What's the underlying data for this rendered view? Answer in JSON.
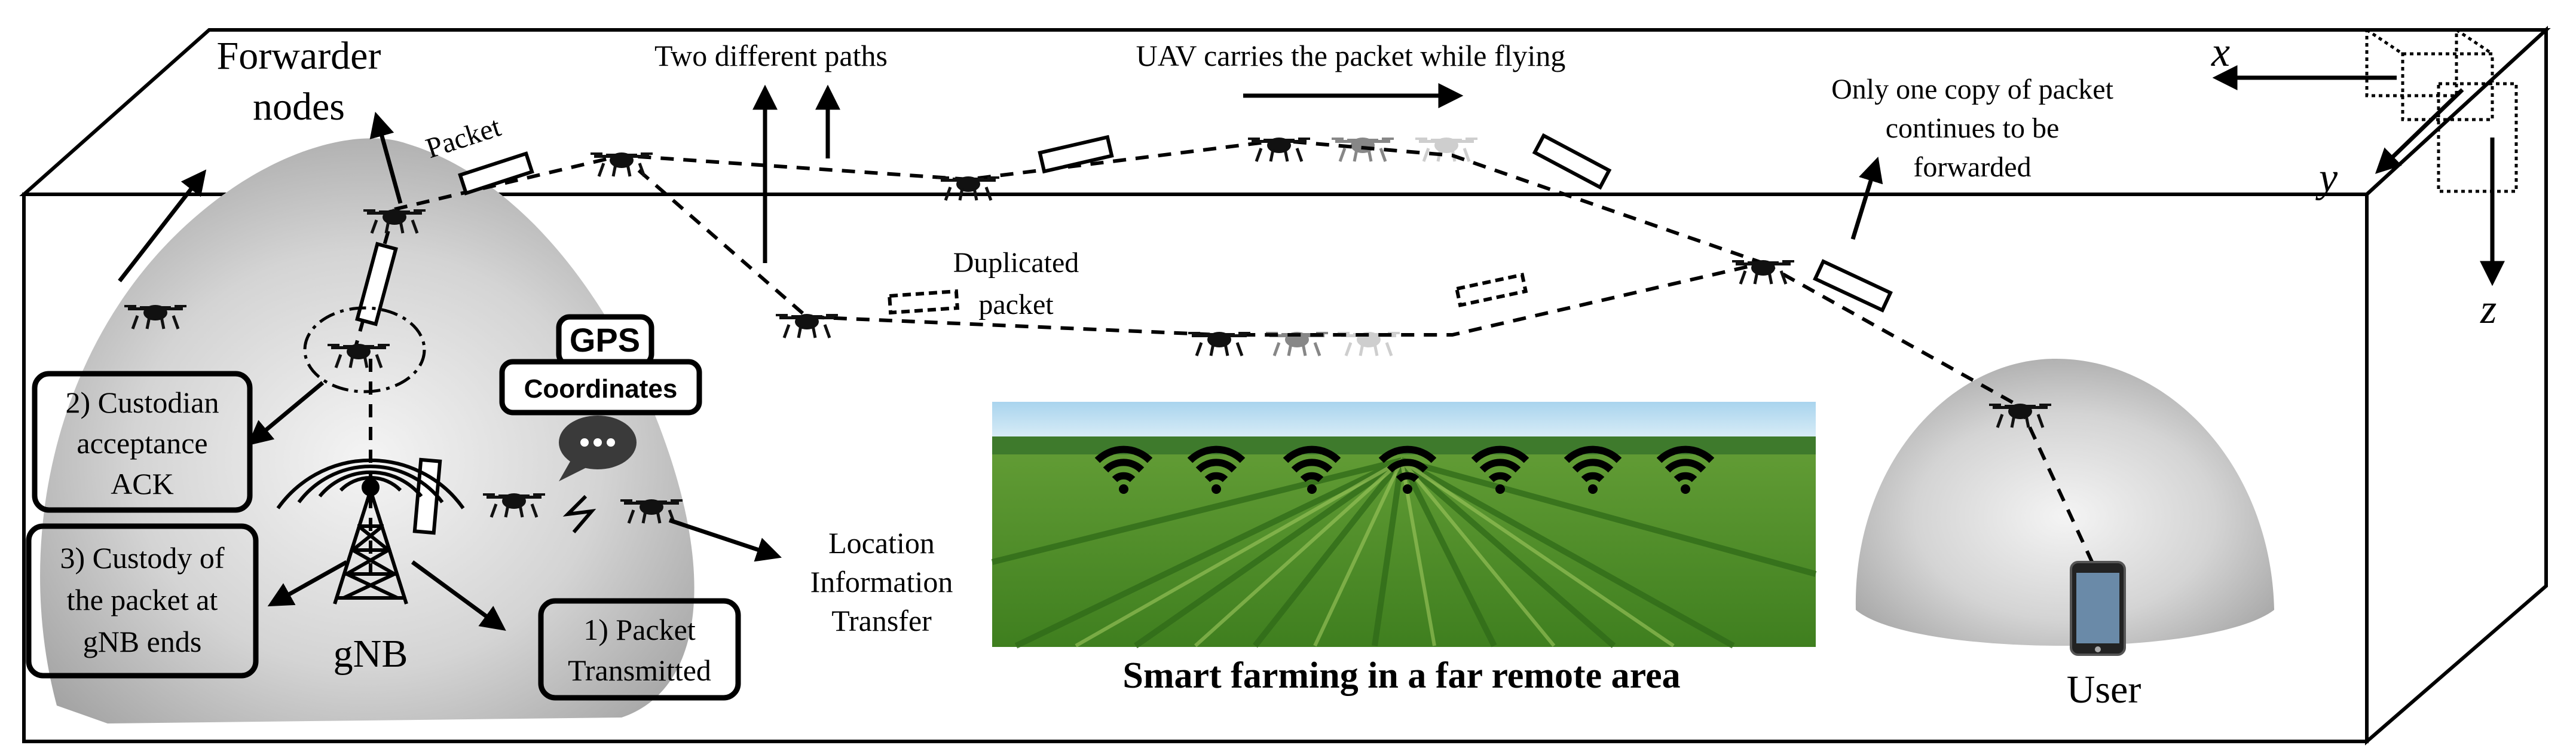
{
  "labels": {
    "forwarder_line1": "Forwarder",
    "forwarder_line2": "nodes",
    "packet": "Packet",
    "two_paths": "Two different paths",
    "uav_carries": "UAV carries the packet while flying",
    "only_one_line1": "Only one copy of packet",
    "only_one_line2": "continues to be",
    "only_one_line3": "forwarded",
    "duplicated_line1": "Duplicated",
    "duplicated_line2": "packet",
    "custodian_line1": "2) Custodian",
    "custodian_line2": "acceptance",
    "custodian_line3": "ACK",
    "custody_line1": "3) Custody of",
    "custody_line2": "the packet at",
    "custody_line3": "gNB ends",
    "gnb": "gNB",
    "packet_tx_line1": "1) Packet",
    "packet_tx_line2": "Transmitted",
    "gps": "GPS",
    "coordinates": "Coordinates",
    "location_line1": "Location",
    "location_line2": "Information",
    "location_line3": "Transfer",
    "farming_caption": "Smart farming in a far remote area",
    "user": "User",
    "axis_x": "x",
    "axis_y": "y",
    "axis_z": "z"
  },
  "icons": {
    "drone": "drone-icon",
    "tower": "cell-tower-icon",
    "phone": "smartphone-icon",
    "wifi": "wifi-icon",
    "chat": "chat-bubble-icon"
  },
  "colors": {
    "line": "#000000",
    "dome_light": "#f2f2f2",
    "dome_dark": "#9a9a9a",
    "field_sky": "#9cc9e6",
    "field_green": "#4f8f2a"
  }
}
